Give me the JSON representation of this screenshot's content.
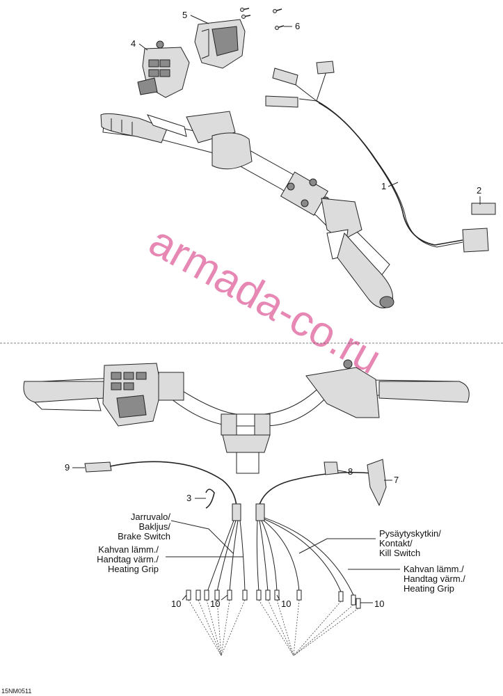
{
  "callouts": {
    "c1": "1",
    "c2": "2",
    "c3": "3",
    "c4": "4",
    "c5": "5",
    "c6": "6",
    "c7": "7",
    "c8": "8",
    "c9": "9",
    "c10": "10"
  },
  "labels": {
    "brake_switch": [
      "Jarruvalo/",
      "Bakljus/",
      "Brake Switch"
    ],
    "heating_grip_left": [
      "Kahvan lämm./",
      "Handtag värm./",
      "Heating Grip"
    ],
    "kill_switch": [
      "Pysäytyskytkin/",
      "Kontakt/",
      "Kill Switch"
    ],
    "heating_grip_right": [
      "Kahvan lämm./",
      "Handtag värm./",
      "Heating Grip"
    ]
  },
  "drawing_code": "15NM0511",
  "watermark": "armada-co.ru",
  "colors": {
    "watermark": "#e0609a",
    "line": "#222222"
  }
}
